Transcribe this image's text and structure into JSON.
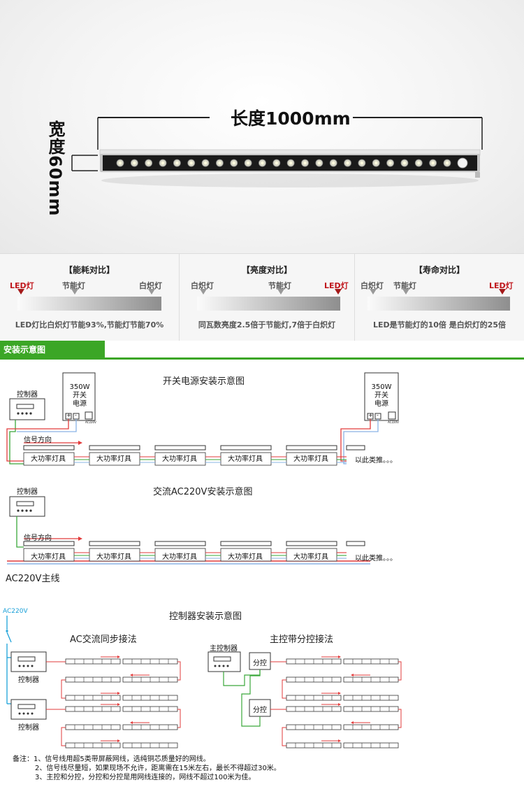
{
  "hero": {
    "length_label": "长度1000mm",
    "width_label": "宽度60mm",
    "led_count": 24
  },
  "comparisons": [
    {
      "title": "【能耗对比】",
      "labels": [
        "LED灯",
        "节能灯",
        "白炽灯"
      ],
      "description": "LED灯比白炽灯节能93%,节能灯节能70%"
    },
    {
      "title": "【亮度对比】",
      "labels": [
        "白炽灯",
        "节能灯",
        "LED灯"
      ],
      "description": "同瓦数亮度2.5倍于节能灯,7倍于白炽灯"
    },
    {
      "title": "【寿命对比】",
      "labels": [
        "白炽灯",
        "节能灯",
        "LED灯"
      ],
      "description": "LED是节能灯的10倍 是白炽灯的25倍"
    }
  ],
  "colors": {
    "accent_green": "#3ba626",
    "led_red": "#c0161c",
    "wire_red": "#e23b3b",
    "wire_green": "#3aa83a",
    "wire_blue": "#8ab4e6"
  },
  "section_title": "安装示意图",
  "diagram1": {
    "title": "开关电源安装示意图",
    "controller": "控制器",
    "psu_lines": [
      "350W",
      "开关",
      "电源"
    ],
    "psu_terminals": [
      "+",
      "-"
    ],
    "psu_tag": "AC220V",
    "signal_dir": "信号方向",
    "lamp": "大功率灯具",
    "etc": "以此类推。。。"
  },
  "diagram2": {
    "title": "交流AC220V安装示意图",
    "controller": "控制器",
    "signal_dir": "信号方向",
    "lamp": "大功率灯具",
    "etc": "以此类推。。。",
    "mains": "AC220V主线"
  },
  "diagram3": {
    "title": "控制器安装示意图",
    "ac_label": "AC220V",
    "left_title": "AC交流同步接法",
    "right_title": "主控带分控接法",
    "controller": "控制器",
    "master": "主控制器",
    "slave": "分控"
  },
  "notes": [
    "备注：1、信号线用超5类带屏蔽网线，选纯铜芯质量好的网线。",
    "2、信号线尽量短，如果现场不允许，距离需在15米左右，最长不得超过30米。",
    "3、主控和分控，分控和分控是用网线连接的，网线不超过100米为佳。"
  ]
}
